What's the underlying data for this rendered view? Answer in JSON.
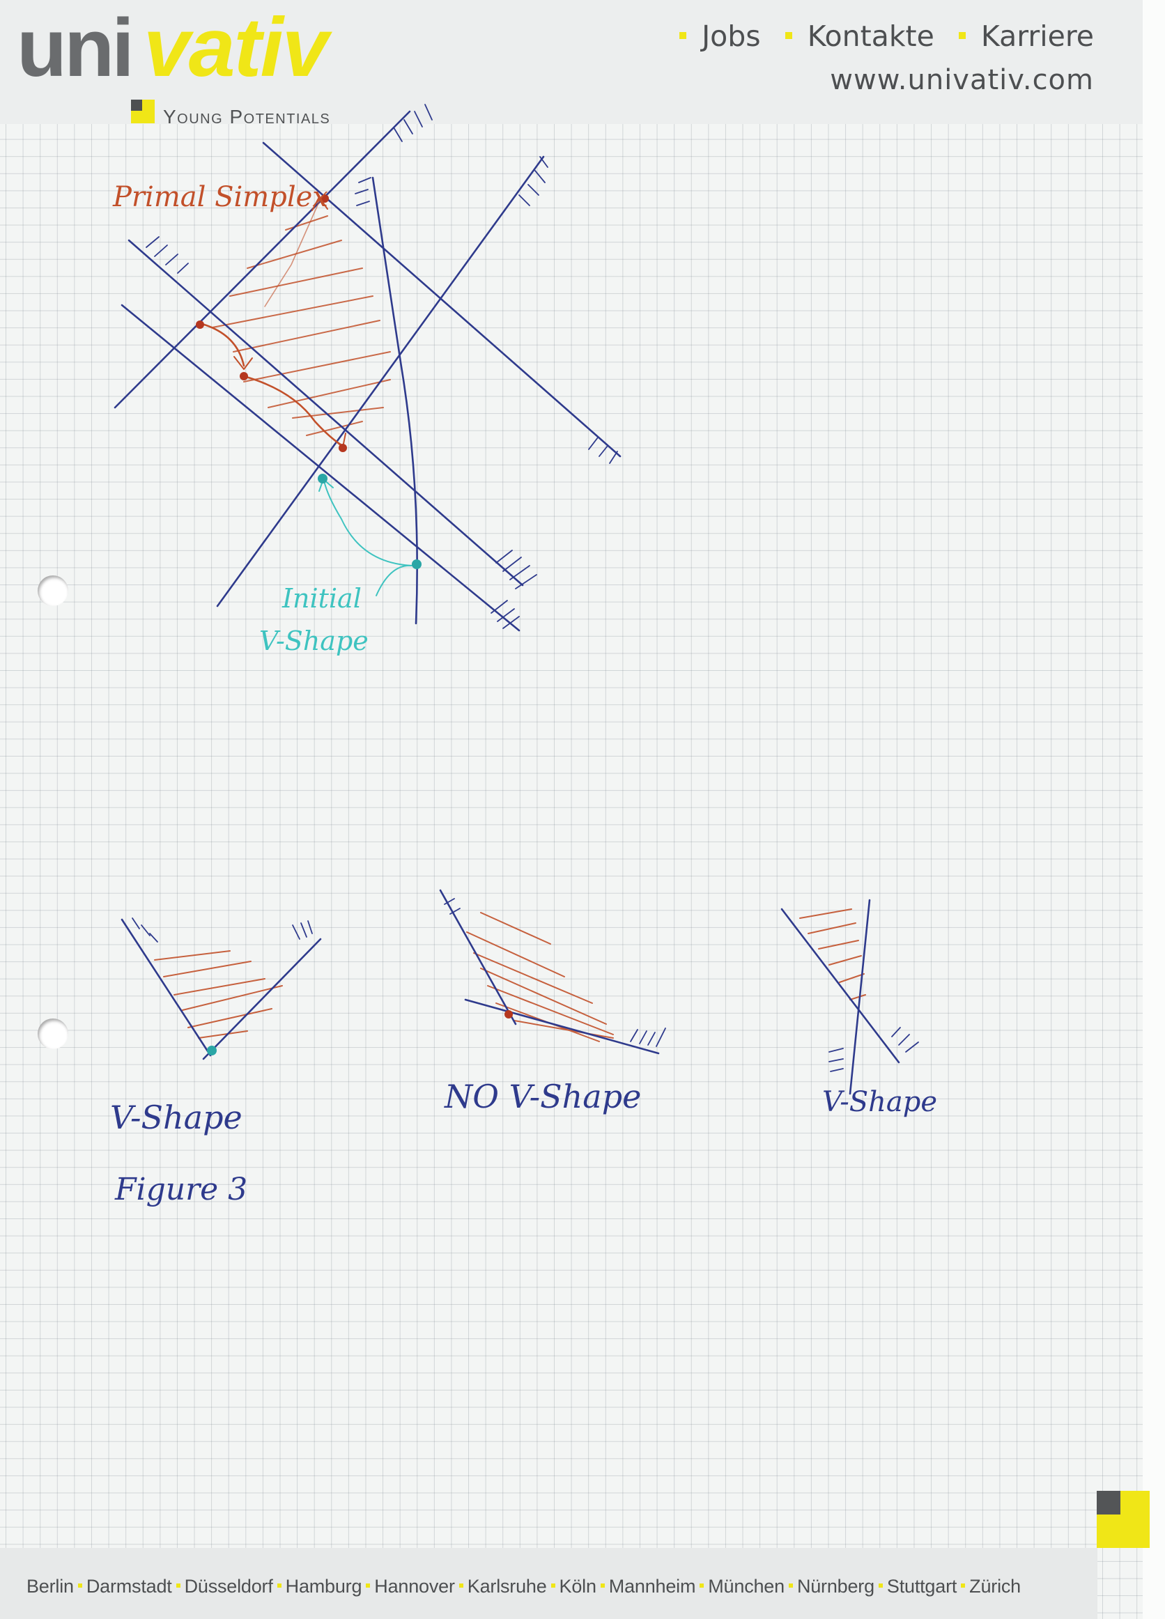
{
  "header": {
    "logo": {
      "part1": "uni",
      "part2": "vativ",
      "tagline": "Young Potentials"
    },
    "nav": [
      "Jobs",
      "Kontakte",
      "Karriere"
    ],
    "url": "www.univativ.com"
  },
  "footer": {
    "cities": [
      "Berlin",
      "Darmstadt",
      "Düsseldorf",
      "Hamburg",
      "Hannover",
      "Karlsruhe",
      "Köln",
      "Mannheim",
      "München",
      "Nürnberg",
      "Stuttgart",
      "Zürich"
    ]
  },
  "annotations": {
    "primal_simplex": "Primal Simplex",
    "initial_line1": "Initial",
    "initial_line2": "V-Shape",
    "v_shape_left": "V-Shape",
    "no_v_shape": "NO V-Shape",
    "v_shape_right": "V-Shape",
    "figure_label": "Figure 3"
  },
  "colors": {
    "ink_blue": "#2e3a8c",
    "ink_red": "#c2502a",
    "ink_cyan": "#3ec3c0",
    "brand_yellow": "#f0e617",
    "brand_gray": "#4d4f51"
  }
}
